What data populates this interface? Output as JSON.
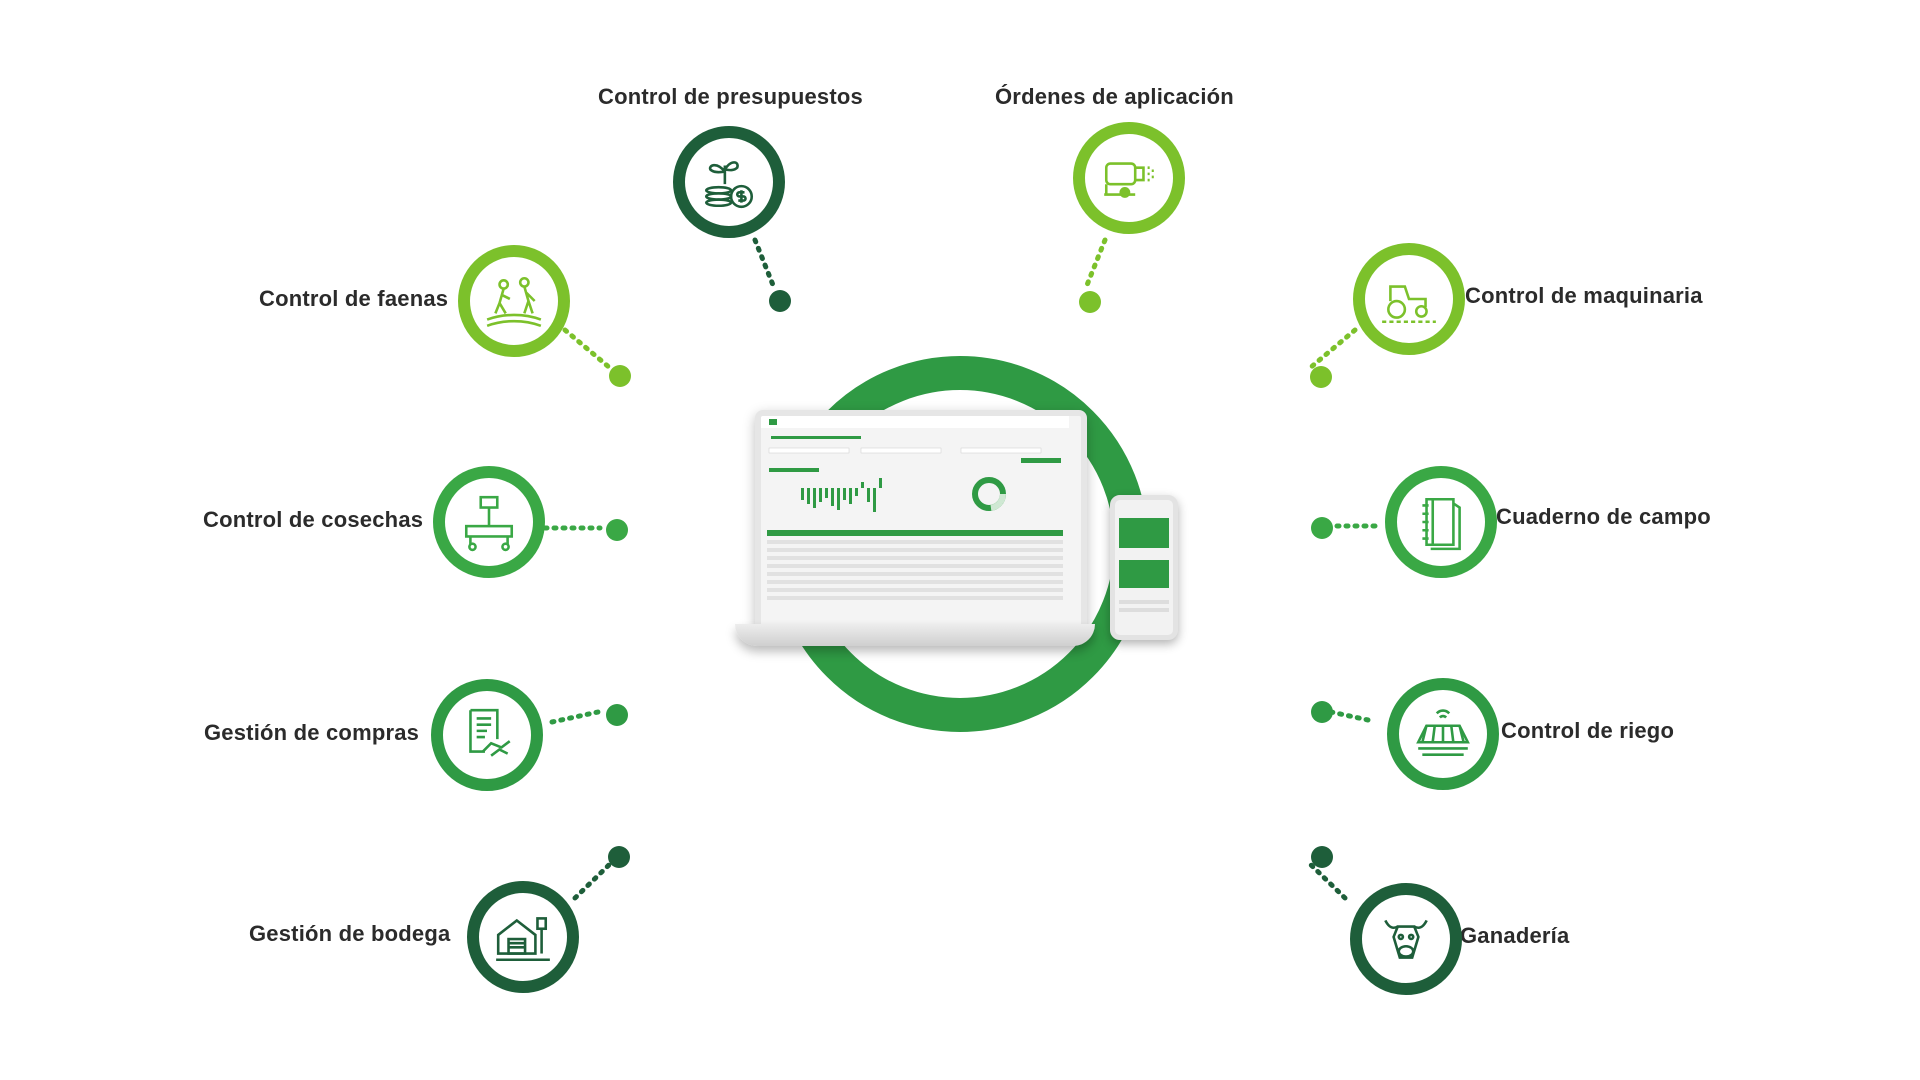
{
  "modules": [
    {
      "id": "presupuestos",
      "label": "Control de presupuestos",
      "icon": "plant-coins-icon",
      "ring_color": "#1e5e3a"
    },
    {
      "id": "aplicacion",
      "label": "Órdenes de aplicación",
      "icon": "sprayer-icon",
      "ring_color": "#7cc12b"
    },
    {
      "id": "faenas",
      "label": "Control de faenas",
      "icon": "field-workers-icon",
      "ring_color": "#7cc12b"
    },
    {
      "id": "maquinaria",
      "label": "Control de maquinaria",
      "icon": "tractor-icon",
      "ring_color": "#7cc12b"
    },
    {
      "id": "cosechas",
      "label": "Control de cosechas",
      "icon": "weighing-scale-icon",
      "ring_color": "#3aa845"
    },
    {
      "id": "cuaderno",
      "label": "Cuaderno de campo",
      "icon": "notebook-icon",
      "ring_color": "#3aa845"
    },
    {
      "id": "compras",
      "label": "Gestión de compras",
      "icon": "receipt-handshake-icon",
      "ring_color": "#2f9a44"
    },
    {
      "id": "riego",
      "label": "Control de riego",
      "icon": "irrigation-icon",
      "ring_color": "#2f9a44"
    },
    {
      "id": "bodega",
      "label": "Gestión de bodega",
      "icon": "warehouse-icon",
      "ring_color": "#1e5e3a"
    },
    {
      "id": "ganaderia",
      "label": "Ganadería",
      "icon": "cow-icon",
      "ring_color": "#1e5e3a"
    }
  ],
  "colors": {
    "dark_green": "#1e5e3a",
    "lime_green": "#7cc12b",
    "mid_green": "#3aa845",
    "main_green": "#2f9a44"
  }
}
